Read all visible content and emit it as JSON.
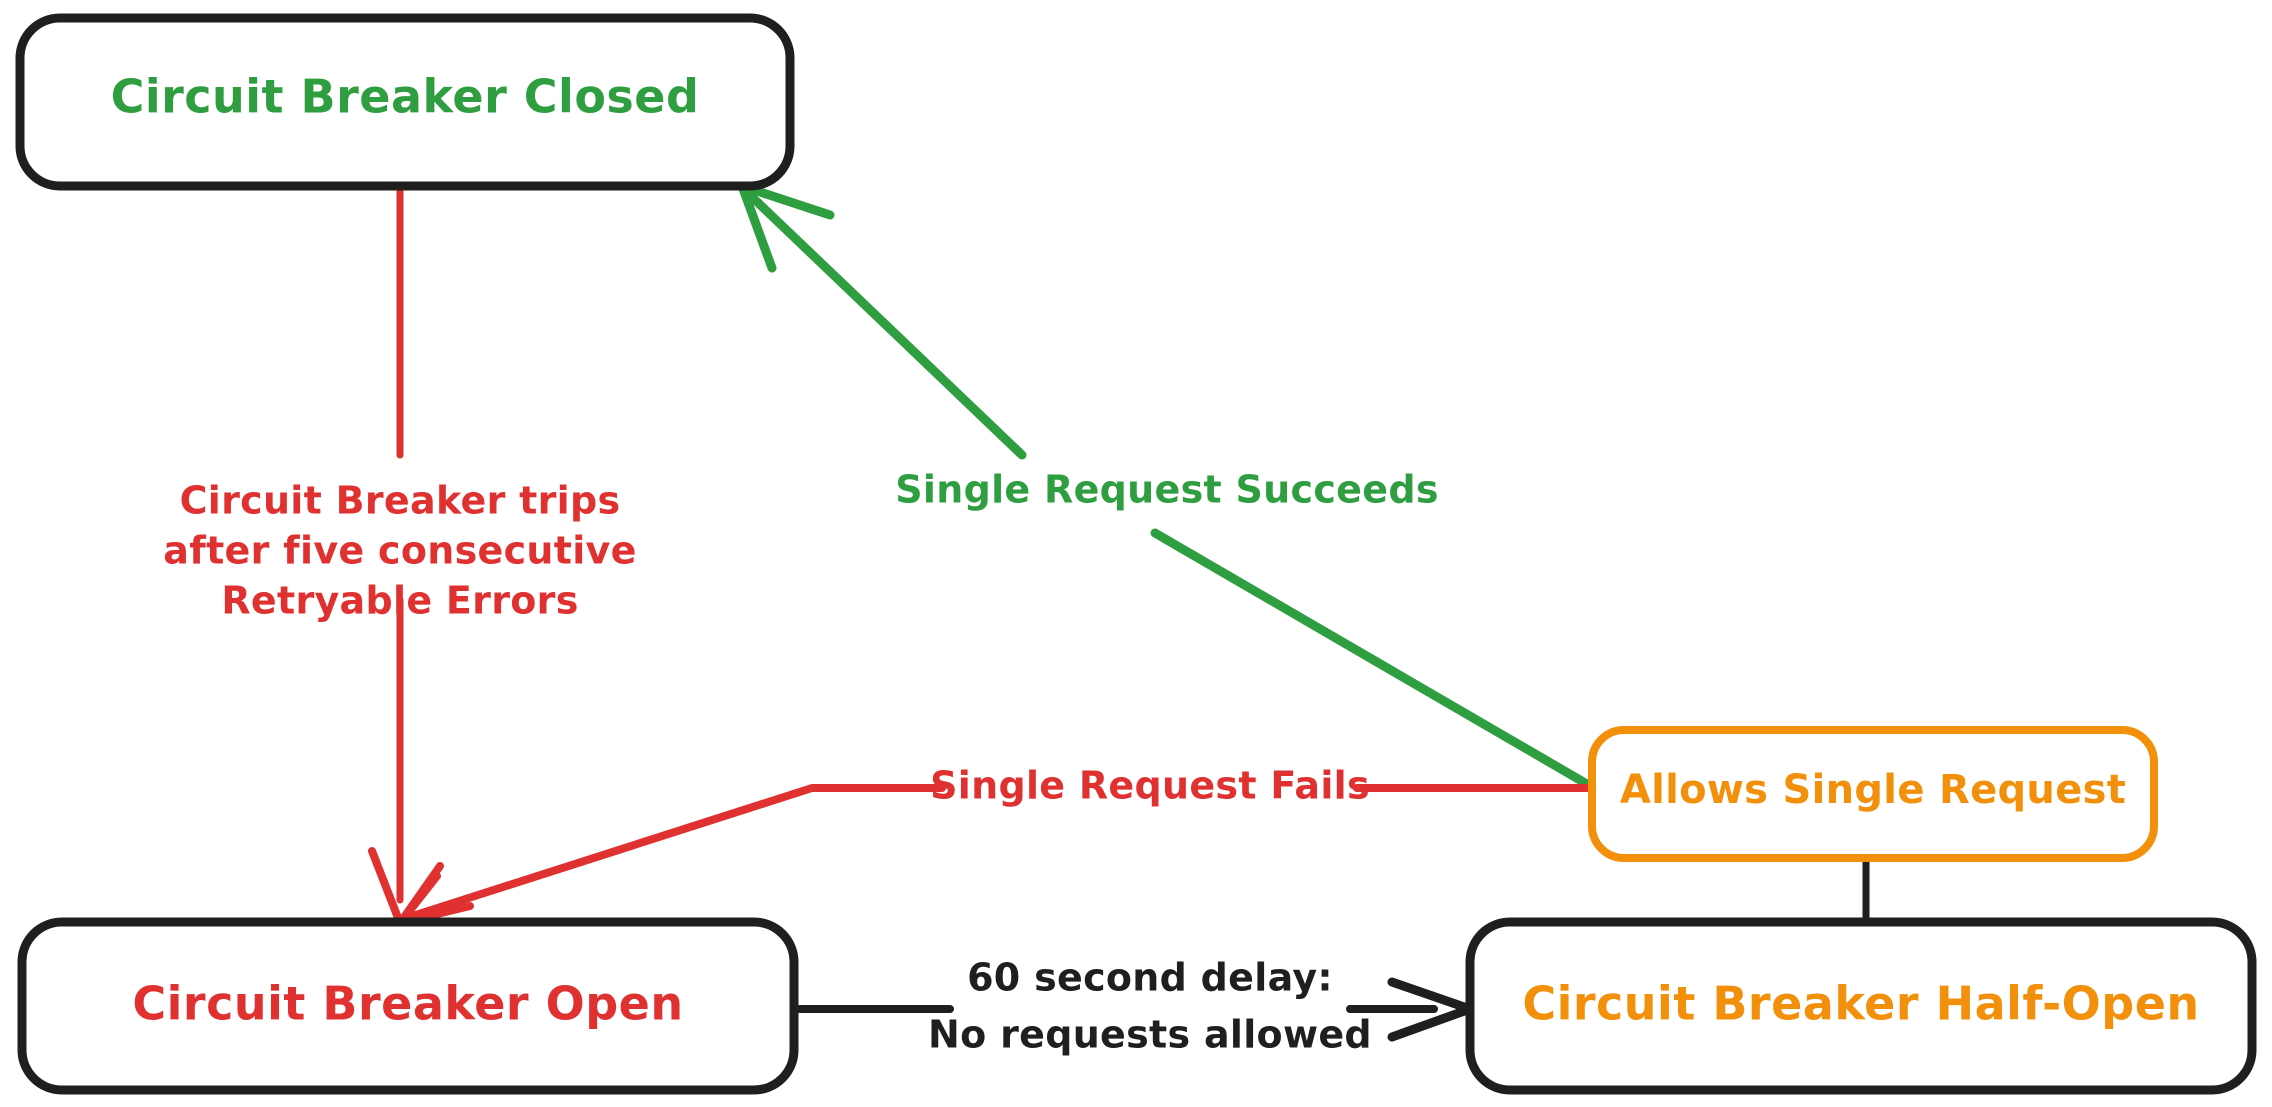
{
  "diagram": {
    "type": "state-diagram",
    "title": "Circuit Breaker State Diagram",
    "background_color": "#ffffff",
    "colors": {
      "green": "#2f9e41",
      "red": "#e03131",
      "orange": "#f2900b",
      "black": "#1f1f1f"
    }
  },
  "nodes": [
    {
      "id": "closed",
      "label": "Circuit Breaker Closed",
      "text_color": "#2f9e41",
      "border_color": "#1f1f1f"
    },
    {
      "id": "open",
      "label": "Circuit Breaker Open",
      "text_color": "#e03131",
      "border_color": "#1f1f1f"
    },
    {
      "id": "half_open",
      "label": "Circuit Breaker Half-Open",
      "text_color": "#f2900b",
      "border_color": "#1f1f1f"
    },
    {
      "id": "allows_single_request",
      "label": "Allows Single Request",
      "text_color": "#f2900b",
      "border_color": "#f2900b"
    }
  ],
  "edges": [
    {
      "id": "closed-to-open",
      "from": "closed",
      "to": "open",
      "color": "#e03131",
      "label_lines": [
        "Circuit Breaker trips",
        "after five consecutive",
        "Retryable Errors"
      ],
      "label_color": "#e03131",
      "arrowhead": true
    },
    {
      "id": "allows-to-closed",
      "from": "allows_single_request",
      "to": "closed",
      "color": "#2f9e41",
      "label_lines": [
        "Single Request Succeeds"
      ],
      "label_color": "#2f9e41",
      "arrowhead": true
    },
    {
      "id": "allows-to-open",
      "from": "allows_single_request",
      "to": "open",
      "color": "#e03131",
      "label_lines": [
        "Single Request Fails"
      ],
      "label_color": "#e03131",
      "arrowhead": true
    },
    {
      "id": "open-to-half-open",
      "from": "open",
      "to": "half_open",
      "color": "#1f1f1f",
      "label_lines": [
        "60 second delay:",
        "No requests allowed"
      ],
      "label_color": "#1f1f1f",
      "arrowhead": true
    },
    {
      "id": "half-open-to-allows",
      "from": "half_open",
      "to": "allows_single_request",
      "color": "#1f1f1f",
      "label_lines": [],
      "label_color": "#1f1f1f",
      "arrowhead": false
    }
  ]
}
